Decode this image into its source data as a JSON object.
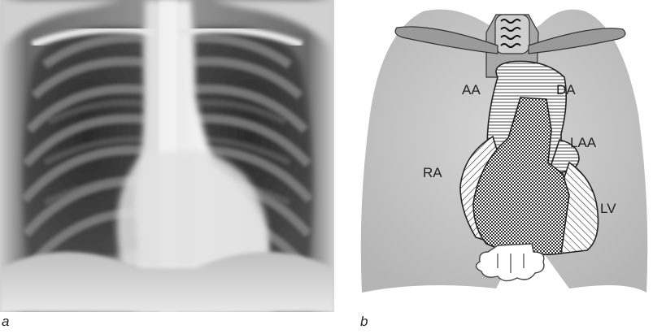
{
  "panels": {
    "xray": {
      "letter": "a"
    },
    "diagram": {
      "letter": "b"
    }
  },
  "diagram_labels": {
    "aa": "AA",
    "da": "DA",
    "laa": "LAA",
    "ra": "RA",
    "lv": "LV"
  },
  "colors": {
    "lung_fill": "#c9c9c9",
    "outline": "#333333",
    "xray_dark": "#1a1a1a",
    "xray_bright": "#f2f2f2"
  }
}
